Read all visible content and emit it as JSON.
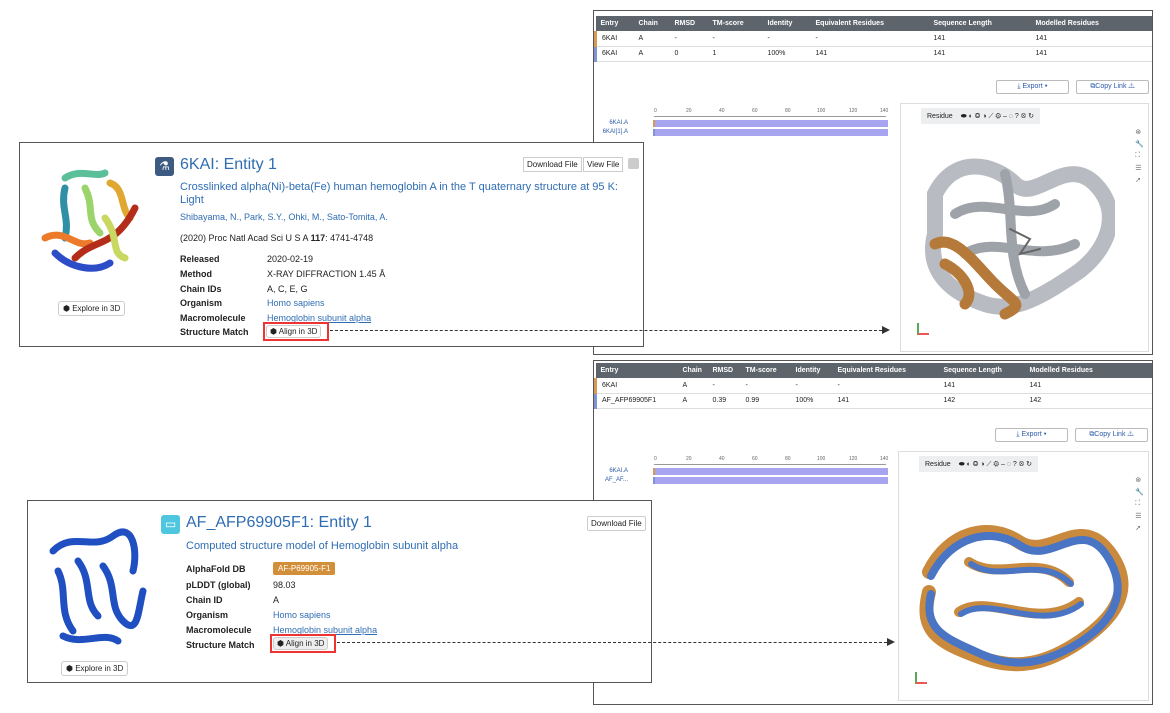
{
  "top_panel": {
    "headers": [
      "Entry",
      "Chain",
      "RMSD",
      "TM-score",
      "Identity",
      "Equivalent Residues",
      "Sequence Length",
      "Modelled Residues"
    ],
    "rows": [
      [
        "6KAI",
        "A",
        "-",
        "-",
        "-",
        "-",
        "141",
        "141"
      ],
      [
        "6KAI",
        "A",
        "0",
        "1",
        "100%",
        "141",
        "141",
        "141"
      ]
    ],
    "export": "⤓ Export ▾",
    "copy_link": "⧉Copy Link ⚠",
    "seq_labels": [
      "6KAI.A",
      "6KAI[1].A"
    ],
    "ticks": [
      "0",
      "20",
      "40",
      "60",
      "80",
      "100",
      "120",
      "140"
    ],
    "toolbar_label": "Residue"
  },
  "bottom_panel": {
    "headers": [
      "Entry",
      "Chain",
      "RMSD",
      "TM-score",
      "Identity",
      "Equivalent Residues",
      "Sequence Length",
      "Modelled Residues"
    ],
    "rows": [
      [
        "6KAI",
        "A",
        "-",
        "-",
        "-",
        "-",
        "141",
        "141"
      ],
      [
        "AF_AFP69905F1",
        "A",
        "0.39",
        "0.99",
        "100%",
        "141",
        "142",
        "142"
      ]
    ],
    "export": "⤓ Export ▾",
    "copy_link": "⧉Copy Link ⚠",
    "seq_labels": [
      "6KAI.A",
      "AF_AF..."
    ],
    "ticks": [
      "0",
      "20",
      "40",
      "60",
      "80",
      "100",
      "120",
      "140"
    ],
    "toolbar_label": "Residue"
  },
  "card1": {
    "title": "6KAI: Entity 1",
    "subtitle": "Crosslinked alpha(Ni)-beta(Fe) human hemoglobin A in the T quaternary structure at 95 K: Light",
    "authors": "Shibayama, N., Park, S.Y., Ohki, M., Sato-Tomita, A.",
    "citation_pre": "(2020) Proc Natl Acad Sci U S A ",
    "citation_vol": "117",
    "citation_post": ": 4741-4748",
    "download": "Download File",
    "view": "View File",
    "explore": "Explore in 3D",
    "fields": [
      [
        "Released",
        "2020-02-19"
      ],
      [
        "Method",
        "X-RAY DIFFRACTION 1.45 Å"
      ],
      [
        "Chain IDs",
        "A, C, E, G"
      ],
      [
        "Organism",
        "Homo sapiens"
      ],
      [
        "Macromolecule",
        "Hemoglobin subunit alpha"
      ],
      [
        "Structure Match",
        ""
      ]
    ],
    "align": "Align in 3D"
  },
  "card2": {
    "title": "AF_AFP69905F1: Entity 1",
    "subtitle": "Computed structure model of Hemoglobin subunit alpha",
    "download": "Download File",
    "explore": "Explore in 3D",
    "badge": "AF-P69905-F1",
    "fields": [
      [
        "AlphaFold DB",
        ""
      ],
      [
        "pLDDT (global)",
        "98.03"
      ],
      [
        "Chain ID",
        "A"
      ],
      [
        "Organism",
        "Homo sapiens"
      ],
      [
        "Macromolecule",
        "Hemoglobin subunit alpha"
      ],
      [
        "Structure Match",
        ""
      ]
    ],
    "align": "Align in 3D"
  },
  "colors": {
    "header": "#5d646c",
    "ref": "#d69a55",
    "target": "#7f94d3",
    "link": "#2f6db3",
    "badge": "#d28f3a"
  }
}
